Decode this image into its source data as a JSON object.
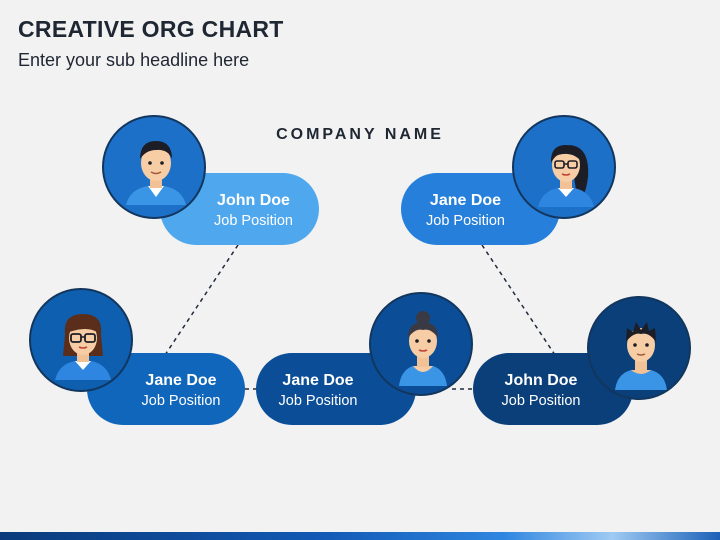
{
  "header": {
    "title": "CREATIVE ORG CHART",
    "subtitle": "Enter your sub headline here"
  },
  "company_name": "COMPANY NAME",
  "colors": {
    "light_blue": "#4fa8ee",
    "blue": "#2680db",
    "mid_blue": "#0f66bb",
    "dark_blue": "#0b4e97",
    "navy": "#0a3f7a",
    "connector": "#1f2a3a",
    "bottom_bar": "#1259b5"
  },
  "people": [
    {
      "name": "John Doe",
      "position": "Job Position",
      "avatar_icon": "male-avatar-icon"
    },
    {
      "name": "Jane Doe",
      "position": "Job Position",
      "avatar_icon": "female-glasses-ponytail-avatar-icon"
    },
    {
      "name": "Jane Doe",
      "position": "Job Position",
      "avatar_icon": "female-glasses-avatar-icon"
    },
    {
      "name": "Jane Doe",
      "position": "Job Position",
      "avatar_icon": "female-bun-avatar-icon"
    },
    {
      "name": "John Doe",
      "position": "Job Position",
      "avatar_icon": "male-spiky-hair-avatar-icon"
    }
  ]
}
